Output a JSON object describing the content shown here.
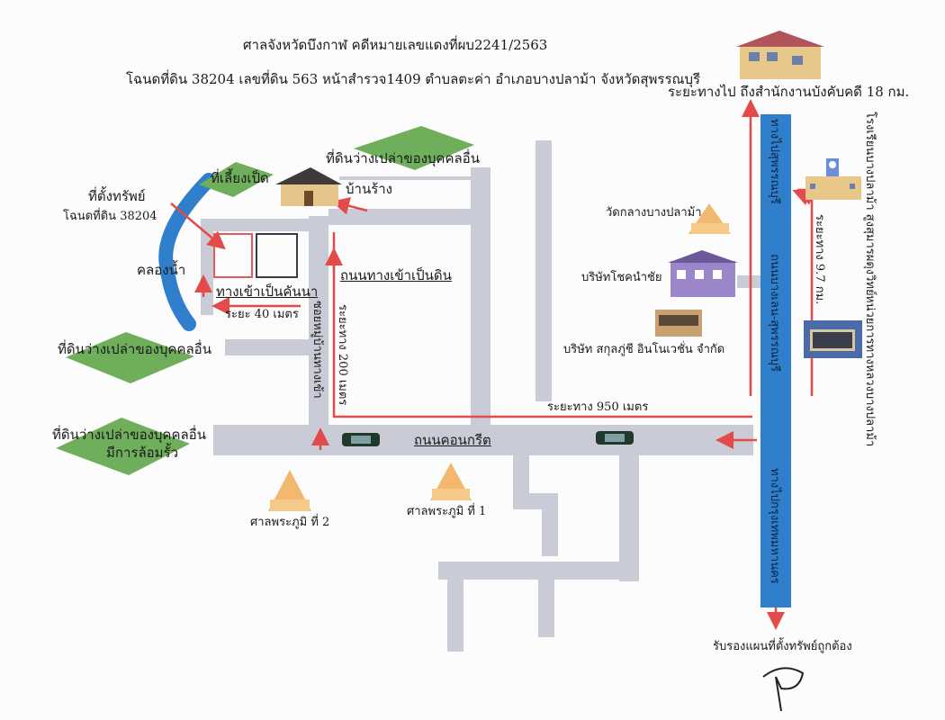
{
  "header": {
    "line1": "ศาลจังหวัดบึงกาฬ  คดีหมายเลขแดงที่ผบ2241/2563",
    "line2": "โฉนดที่ดิน 38204 เลขที่ดิน 563 หน้าสำรวจ1409 ตำบลตะค่า อำเภอบางปลาม้า จังหวัดสุพรรณบุรี"
  },
  "labels": {
    "enforcement_distance": "ระยะทางไป ถึงสำนักงานบังคับคดี 18 กม.",
    "empty_land_top": "ที่ดินว่างเปล่าของบุคคลอื่น",
    "abandoned_house": "บ้านร้าง",
    "duck_farm": "ที่เลี้ยงเป็ด",
    "property_title": "ที่ตั้งทรัพย์",
    "property_deed": "โฉนดที่ดิน 38204",
    "canal": "คลองน้ำ",
    "field_path": "ทางเข้าเป็นคันนา",
    "distance_40": "ระยะ 40 เมตร",
    "dirt_road": "ถนนทางเข้าเป็นดิน",
    "distance_200": "ระยะทาง 200 เมตร",
    "village_lane": "ซอยหมู่บ้านทางเข้า",
    "empty_land_left": "ที่ดินว่างเปล่าของบุคคลอื่น",
    "empty_land_fenced_1": "ที่ดินว่างเปล่าของบุคคลอื่น",
    "empty_land_fenced_2": "มีการล้อมรั้ว",
    "concrete_road": "ถนนคอนกรีต",
    "distance_950": "ระยะทาง 950 เมตร",
    "shrine_2": "ศาลพระภูมิ ที่ 2",
    "shrine_1": "ศาลพระภูมิ ที่ 1",
    "temple": "วัดกลางบางปลาม้า",
    "company_1": "บริษัทโชคนำชัย",
    "company_2": "บริษัท สกุลภู่ชี อินโนเวชั่น จำกัด",
    "highway_top": "ทางไปสุพรรณบุรี",
    "highway_mid": "ถนนบางเลน-สุพรรณบุรี",
    "highway_bottom": "ทางไปกรุงเทพมหานคร",
    "distance_97": "ระยะทาง 9.7 กม.",
    "school": "โรงเรียนบางปลาม้า สูงสุมารผดุงวิทย์",
    "police": "หน่วยการทางหลวงบางปลาม้า",
    "certify": "รับรองแผนที่ตั้งทรัพย์ถูกต้อง"
  },
  "colors": {
    "road": "#c9cbd6",
    "highway": "#2f7fcc",
    "canal": "#2f7fcc",
    "arrow": "#e34a4a",
    "land": "#6fae5a",
    "property_outline": "#e35a5a",
    "neighbor_outline": "#3a3a45"
  }
}
